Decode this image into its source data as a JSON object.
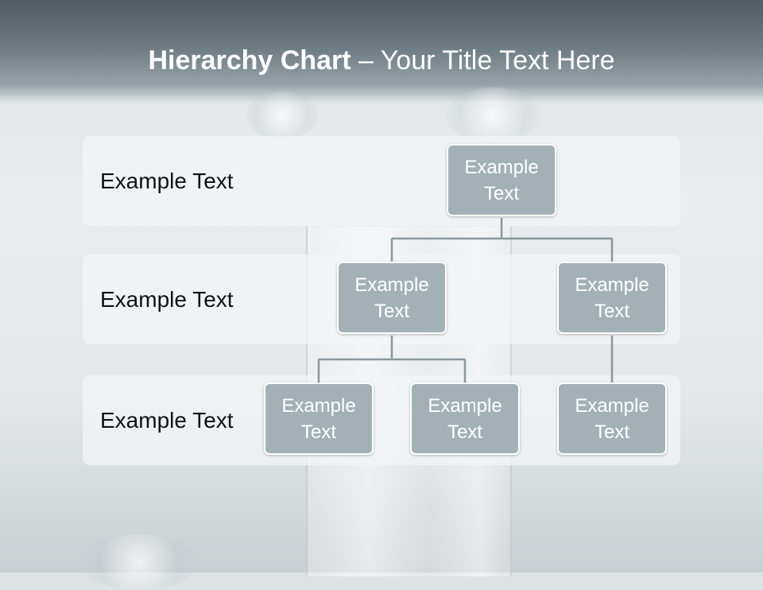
{
  "title": {
    "bold": "Hierarchy Chart",
    "separator": " – ",
    "rest": "Your Title Text Here"
  },
  "levels": [
    {
      "label": "Example Text"
    },
    {
      "label": "Example Text"
    },
    {
      "label": "Example Text"
    }
  ],
  "nodes": {
    "root": {
      "line1": "Example",
      "line2": "Text"
    },
    "level2_left": {
      "line1": "Example",
      "line2": "Text"
    },
    "level2_right": {
      "line1": "Example",
      "line2": "Text"
    },
    "level3_left": {
      "line1": "Example",
      "line2": "Text"
    },
    "level3_middle": {
      "line1": "Example",
      "line2": "Text"
    },
    "level3_right": {
      "line1": "Example",
      "line2": "Text"
    }
  },
  "colors": {
    "node_fill": "#a3b1b7",
    "connector": "#8a979d",
    "header": "#5f6d74"
  }
}
